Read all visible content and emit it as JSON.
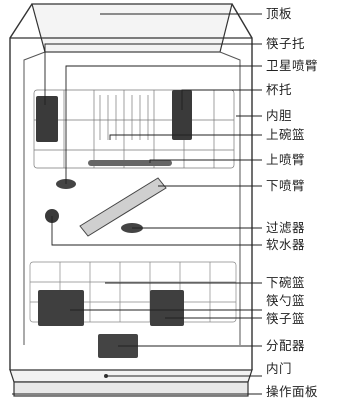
{
  "labels": {
    "top_panel": "顶板",
    "chopstick_holder": "筷子托",
    "satellite_spray_arm": "卫星喷臂",
    "cup_holder": "杯托",
    "inner_tub": "内胆",
    "upper_basket": "上碗篮",
    "upper_spray_arm": "上喷臂",
    "lower_spray_arm": "下喷臂",
    "filter": "过滤器",
    "water_softener": "软水器",
    "lower_basket": "下碗篮",
    "spoon_basket": "筷勺篮",
    "chopstick_basket": "筷子篮",
    "dispenser": "分配器",
    "inner_door": "内门",
    "control_panel": "操作面板"
  },
  "colors": {
    "line": "#222222",
    "outline": "#333333",
    "wire": "#777777",
    "dark_part": "#3a3a3a"
  }
}
